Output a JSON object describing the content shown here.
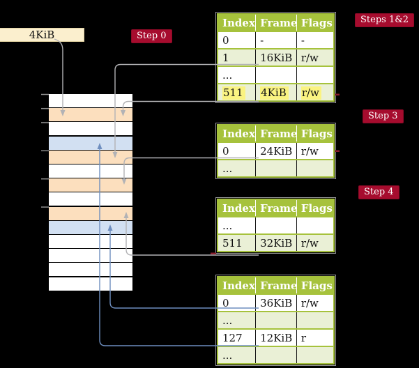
{
  "colors": {
    "background": "#000000",
    "accent_green": "#a6c23c",
    "row_green": "#eaf0d6",
    "row_white": "#ffffff",
    "row_orange": "#fcdfbe",
    "row_blue": "#d2e0f2",
    "badge_red": "#a60c2e",
    "highlight_yellow": "#faf381",
    "box_cream": "#fbefce",
    "connector_gray": "#b2b2b5",
    "connector_blue": "#6e8ebf",
    "tick_gray": "#8f8f8f",
    "dash_red": "#8a1c2c"
  },
  "frame_box": {
    "label": "4KiB"
  },
  "badges": [
    {
      "label": "Step 0"
    },
    {
      "label": "Steps 1&2"
    },
    {
      "label": "Step 3"
    },
    {
      "label": "Step 4"
    }
  ],
  "memory_column": {
    "rows": [
      "white",
      "orange",
      "white",
      "blue",
      "orange",
      "white",
      "orange",
      "white",
      "orange",
      "blue",
      "white",
      "white",
      "white",
      "white"
    ]
  },
  "tables": [
    {
      "headers": [
        "Index",
        "Frame",
        "Flags"
      ],
      "rows": [
        {
          "cells": [
            "0",
            "-",
            "-"
          ]
        },
        {
          "cells": [
            "1",
            "16KiB",
            "r/w"
          ]
        },
        {
          "cells": [
            "...",
            "",
            ""
          ]
        },
        {
          "cells": [
            "511",
            "4KiB",
            "r/w"
          ]
        }
      ]
    },
    {
      "headers": [
        "Index",
        "Frame",
        "Flags"
      ],
      "rows": [
        {
          "cells": [
            "0",
            "24KiB",
            "r/w"
          ]
        },
        {
          "cells": [
            "...",
            "",
            ""
          ]
        }
      ]
    },
    {
      "headers": [
        "Index",
        "Frame",
        "Flags"
      ],
      "rows": [
        {
          "cells": [
            "...",
            "",
            ""
          ]
        },
        {
          "cells": [
            "511",
            "32KiB",
            "r/w"
          ]
        }
      ]
    },
    {
      "headers": [
        "Index",
        "Frame",
        "Flags"
      ],
      "rows": [
        {
          "cells": [
            "0",
            "36KiB",
            "r/w"
          ]
        },
        {
          "cells": [
            "...",
            "",
            ""
          ]
        },
        {
          "cells": [
            "127",
            "12KiB",
            "r"
          ]
        },
        {
          "cells": [
            "...",
            "",
            ""
          ]
        }
      ]
    }
  ]
}
